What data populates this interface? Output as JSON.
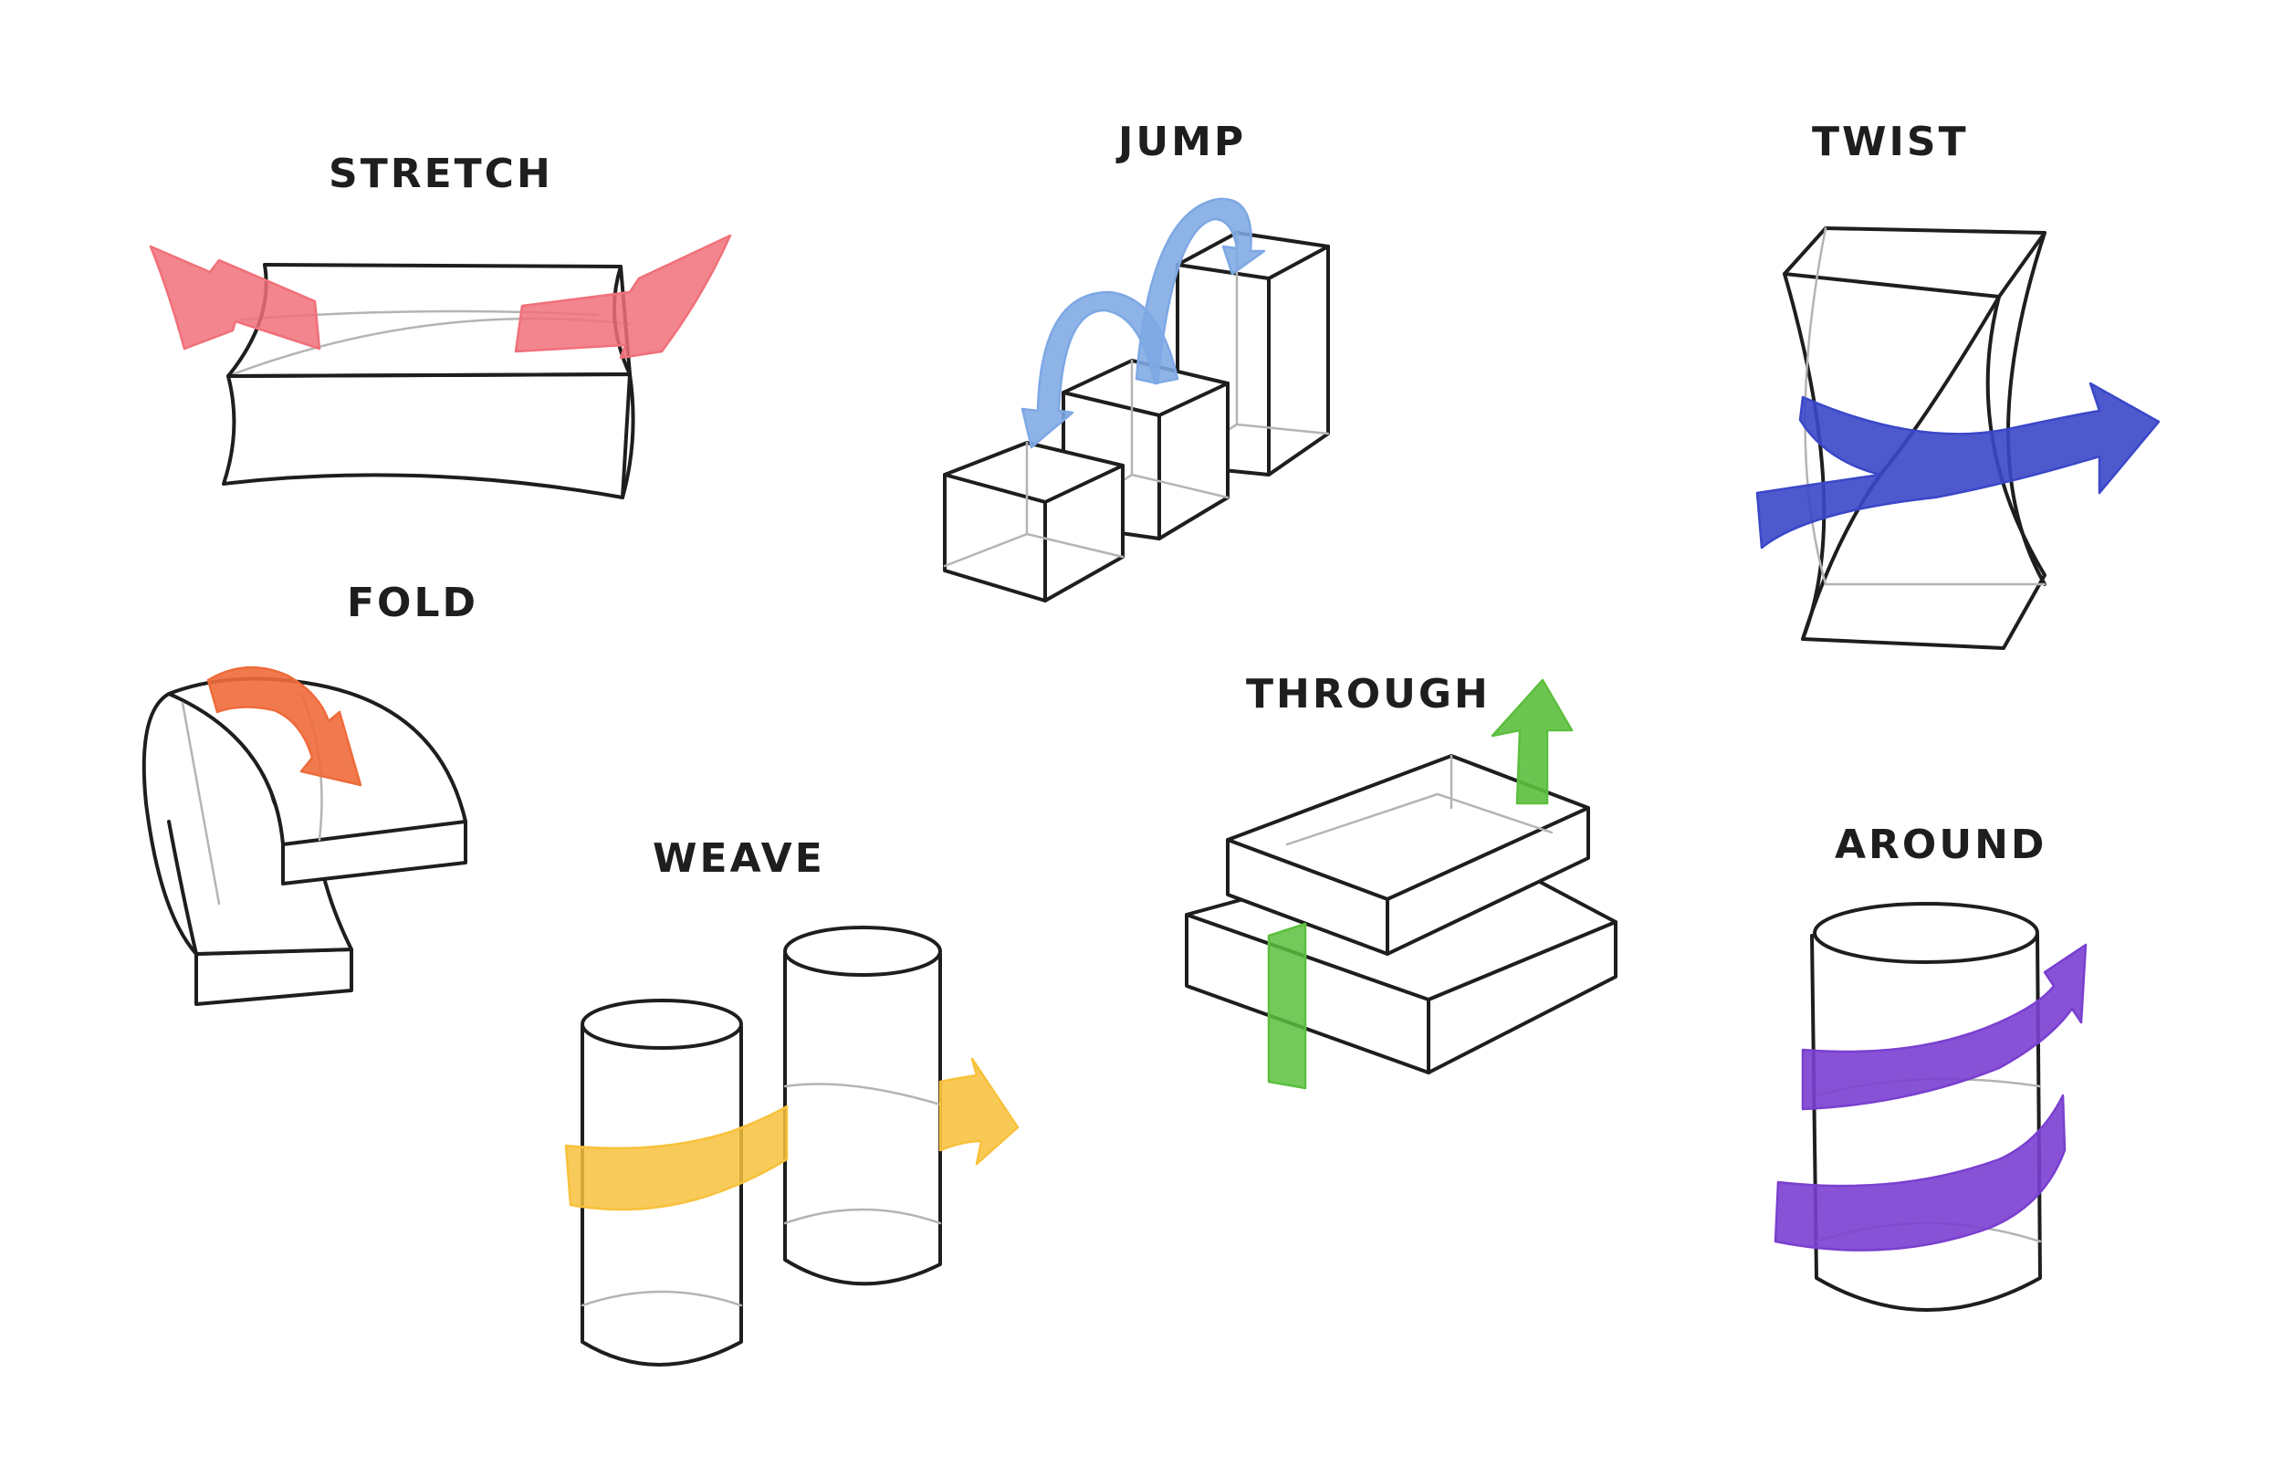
{
  "concepts": [
    {
      "label": "STRETCH",
      "color": "#f0707a"
    },
    {
      "label": "JUMP",
      "color": "#7ea8e4"
    },
    {
      "label": "TWIST",
      "color": "#3a47c8"
    },
    {
      "label": "FOLD",
      "color": "#ee6b3a"
    },
    {
      "label": "THROUGH",
      "color": "#5cbf3e"
    },
    {
      "label": "WEAVE",
      "color": "#f7c13c"
    },
    {
      "label": "AROUND",
      "color": "#7a3fd0"
    }
  ]
}
